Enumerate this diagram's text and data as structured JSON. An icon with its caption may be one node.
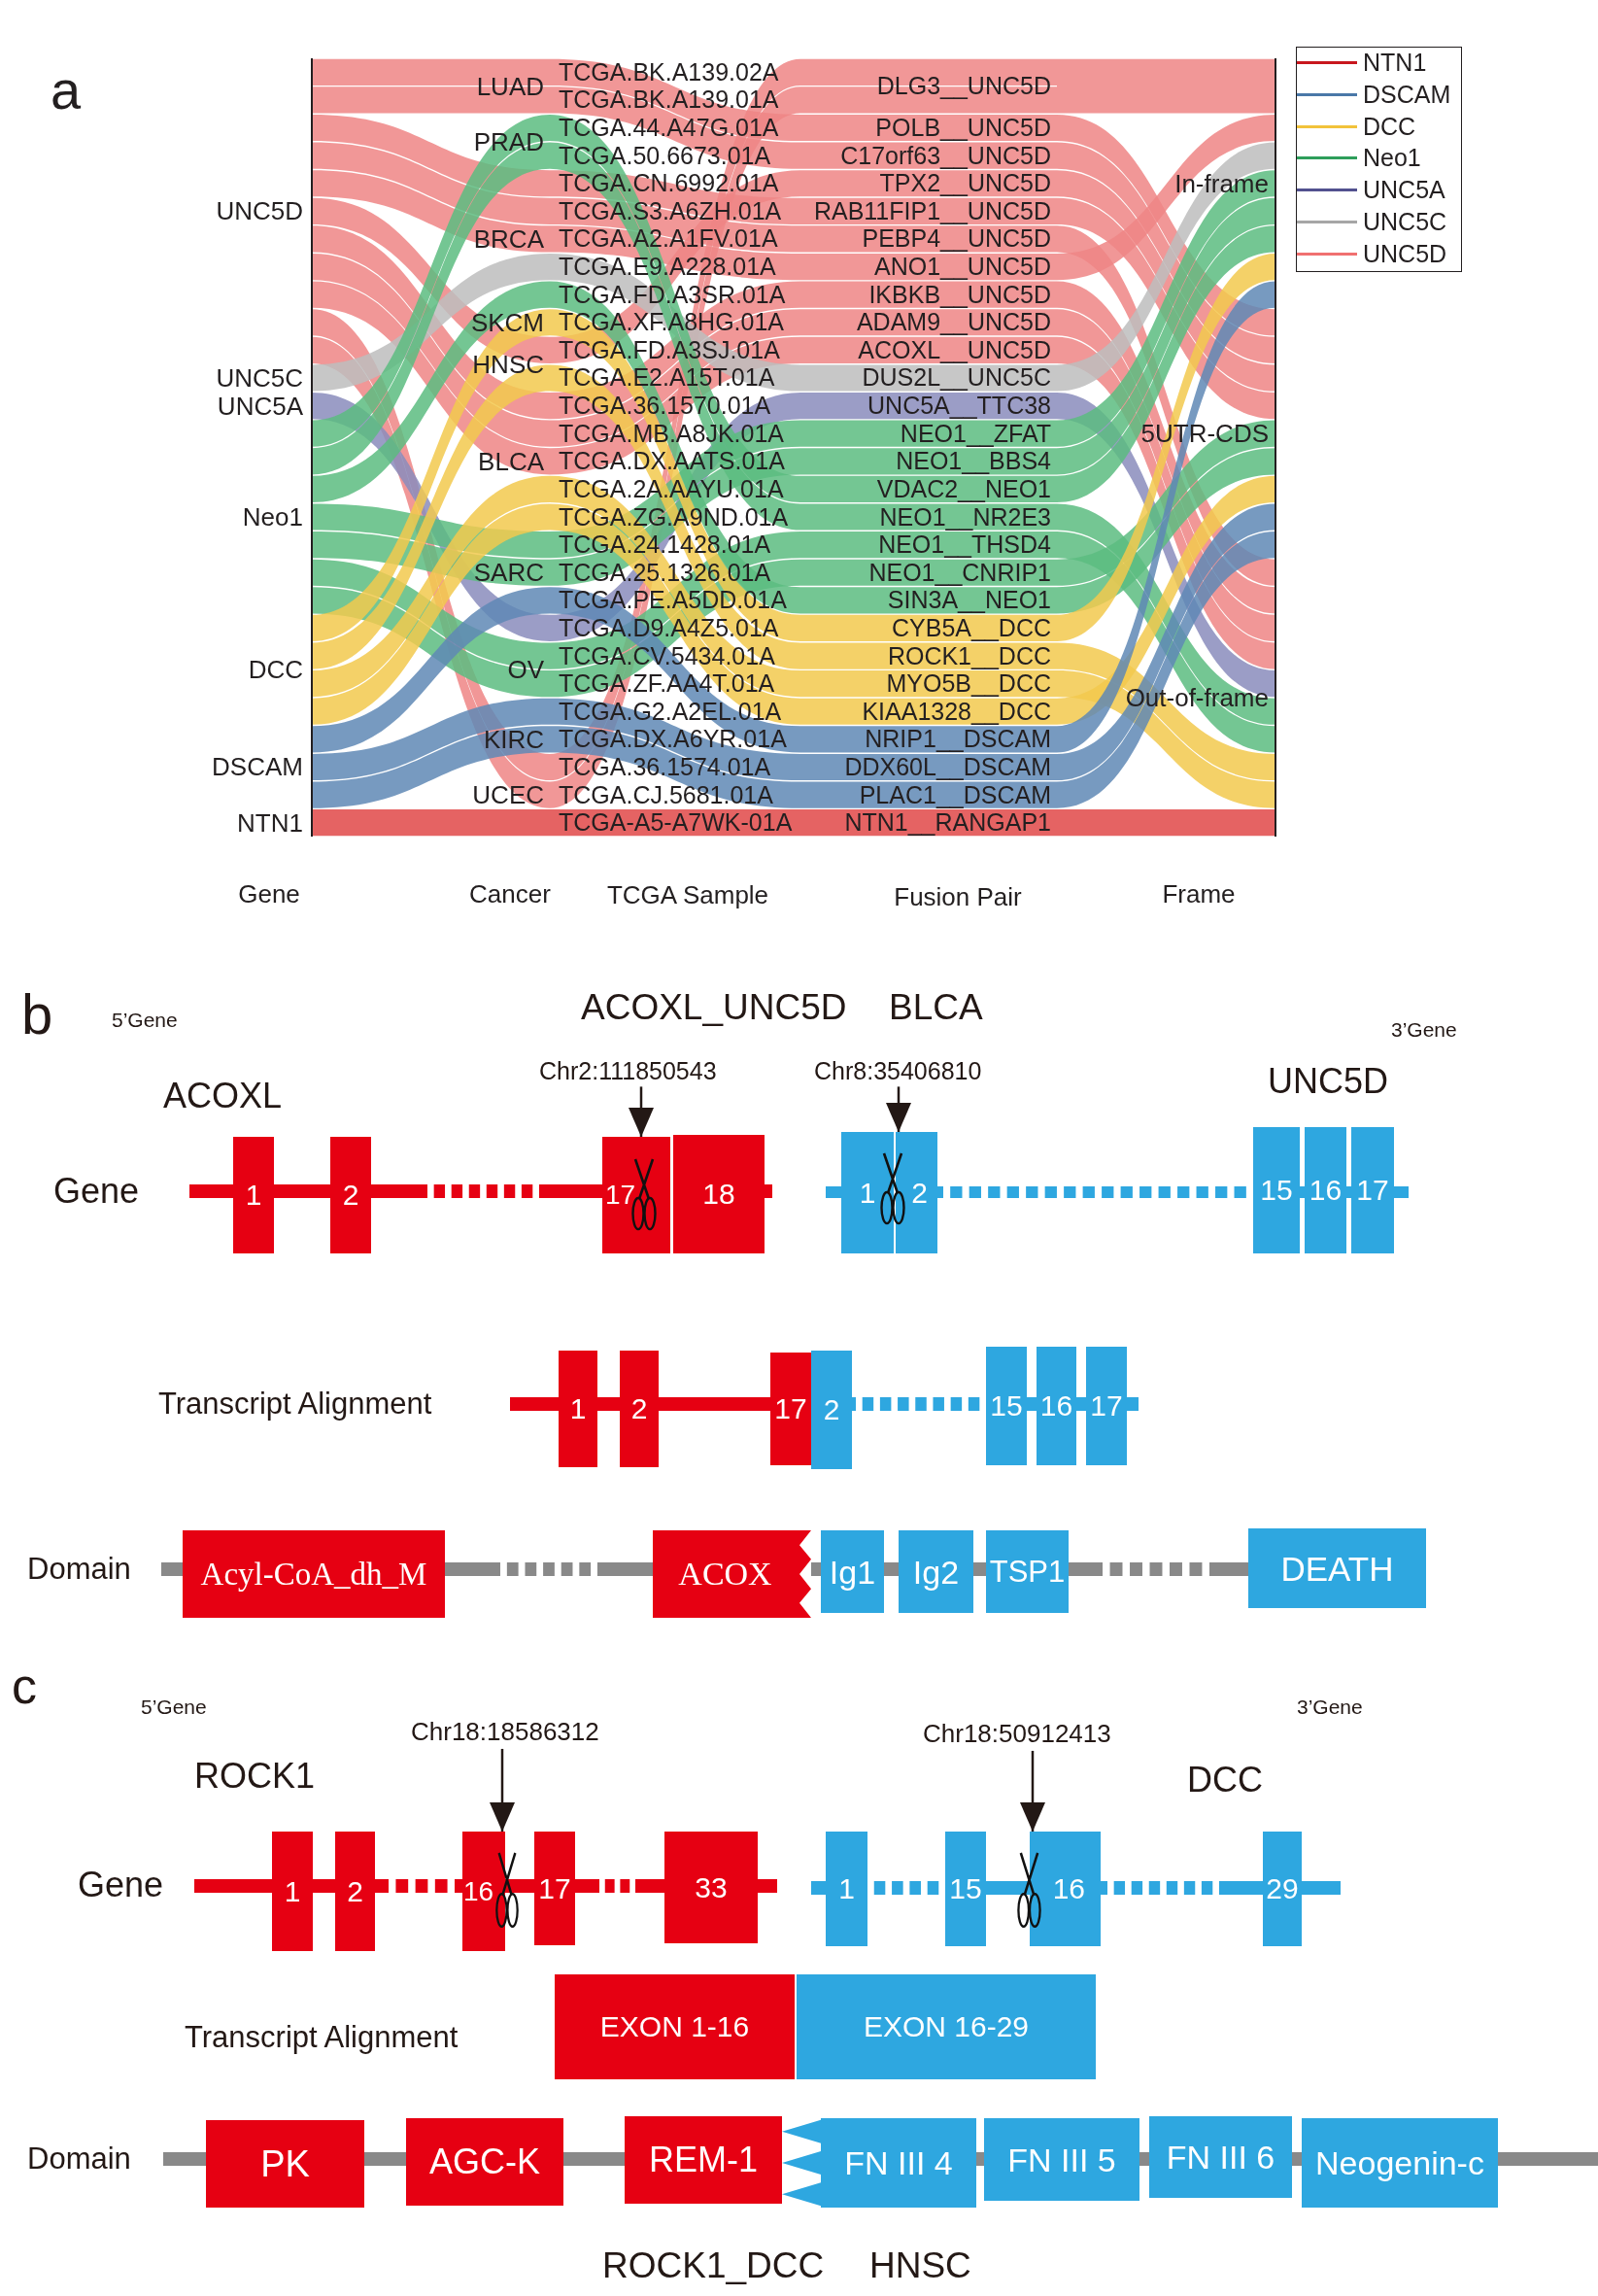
{
  "diagram": {
    "nodes": [
      {
        "text": [
          "UNC5D"
        ]
      },
      {
        "text": [
          "UNC5C"
        ]
      },
      {
        "text": [
          "UNC5A"
        ]
      },
      {
        "text": [
          "Neo1"
        ]
      },
      {
        "text": [
          "DCC"
        ]
      },
      {
        "text": [
          "DSCAM"
        ]
      },
      {
        "text": [
          "NTN1"
        ]
      },
      {
        "text": [
          "LUAD"
        ]
      },
      {
        "text": [
          "PRAD"
        ]
      },
      {
        "text": [
          "BRCA"
        ]
      },
      {
        "text": [
          "SKCM"
        ]
      },
      {
        "text": [
          "HNSC"
        ]
      },
      {
        "text": [
          "BLCA"
        ]
      },
      {
        "text": [
          "SARC"
        ]
      },
      {
        "text": [
          "OV"
        ]
      },
      {
        "text": [
          "KIRC"
        ]
      },
      {
        "text": [
          "UCEC"
        ]
      },
      {
        "text": [
          "TCGA.BK.A139.02A"
        ]
      },
      {
        "text": [
          "TCGA.BK.A139.01A"
        ]
      },
      {
        "text": [
          "TCGA.44.A47G.01A"
        ]
      },
      {
        "text": [
          "TCGA.50.6673.01A"
        ]
      },
      {
        "text": [
          "TCGA.CN.6992.01A"
        ]
      },
      {
        "text": [
          "TCGA.S3.A6ZH.01A"
        ]
      },
      {
        "text": [
          "TCGA.A2.A1FV.01A"
        ]
      },
      {
        "text": [
          "TCGA.E9.A228.01A"
        ]
      },
      {
        "text": [
          "TCGA.FD.A3SR.01A"
        ]
      },
      {
        "text": [
          "TCGA.XF.A8HG.01A"
        ]
      },
      {
        "text": [
          "TCGA.FD.A3SJ.01A"
        ]
      },
      {
        "text": [
          "TCGA.E2.A15T.01A"
        ]
      },
      {
        "text": [
          "TCGA.36.1570.01A"
        ]
      },
      {
        "text": [
          "TCGA.MB.A8JK.01A"
        ]
      },
      {
        "text": [
          "TCGA.DX.AATS.01A"
        ]
      },
      {
        "text": [
          "TCGA.2A.AAYU.01A"
        ]
      },
      {
        "text": [
          "TCGA.ZG.A9ND.01A"
        ]
      },
      {
        "text": [
          "TCGA.24.1428.01A"
        ]
      },
      {
        "text": [
          "TCGA.25.1326.01A"
        ]
      },
      {
        "text": [
          "TCGA.PE.A5DD.01A"
        ]
      },
      {
        "text": [
          "TCGA.D9.A4Z5.01A"
        ]
      },
      {
        "text": [
          "TCGA.CV.5434.01A"
        ]
      },
      {
        "text": [
          "TCGA.ZF.AA4T.01A"
        ]
      },
      {
        "text": [
          "TCGA.G2.A2EL.01A"
        ]
      },
      {
        "text": [
          "TCGA.DX.A6YR.01A"
        ]
      },
      {
        "text": [
          "TCGA.36.1574.01A"
        ]
      },
      {
        "text": [
          "TCGA.CJ.5681.01A"
        ]
      },
      {
        "text": [
          "TCGA-A5-A7WK-01A"
        ]
      },
      {
        "text": [
          "DLG3__UNC5D"
        ]
      },
      {
        "text": [
          "POLB__UNC5D"
        ]
      },
      {
        "text": [
          "C17orf63__UNC5D"
        ]
      },
      {
        "text": [
          "TPX2__UNC5D"
        ]
      },
      {
        "text": [
          "RAB11FIP1__UNC5D"
        ]
      },
      {
        "text": [
          "PEBP4__UNC5D"
        ]
      },
      {
        "text": [
          "ANO1__UNC5D"
        ]
      },
      {
        "text": [
          "IKBKB__UNC5D"
        ]
      },
      {
        "text": [
          "ADAM9__UNC5D"
        ]
      },
      {
        "text": [
          "ACOXL__UNC5D"
        ]
      },
      {
        "text": [
          "DUS2L__UNC5C"
        ]
      },
      {
        "text": [
          "UNC5A__TTC38"
        ]
      },
      {
        "text": [
          "NEO1__ZFAT"
        ]
      },
      {
        "text": [
          "NEO1__BBS4"
        ]
      },
      {
        "text": [
          "VDAC2__NEO1"
        ]
      },
      {
        "text": [
          "NEO1__NR2E3"
        ]
      },
      {
        "text": [
          "NEO1__THSD4"
        ]
      },
      {
        "text": [
          "NEO1__CNRIP1"
        ]
      },
      {
        "text": [
          "SIN3A__NEO1"
        ]
      },
      {
        "text": [
          "CYB5A__DCC"
        ]
      },
      {
        "text": [
          "ROCK1__DCC"
        ]
      },
      {
        "text": [
          "MYO5B__DCC"
        ]
      },
      {
        "text": [
          "KIAA1328__DCC"
        ]
      },
      {
        "text": [
          "NRIP1__DSCAM"
        ]
      },
      {
        "text": [
          "DDX60L__DSCAM"
        ]
      },
      {
        "text": [
          "PLAC1__DSCAM"
        ]
      },
      {
        "text": [
          "NTN1__RANGAP1"
        ]
      },
      {
        "text": [
          "In-frame"
        ]
      },
      {
        "text": [
          "5UTR-CDS"
        ]
      },
      {
        "text": [
          "Out-of-frame"
        ]
      },
      {
        "text": [
          "Chr2:111850543"
        ]
      },
      {
        "text": [
          "Chr8:35406810"
        ]
      },
      {
        "text": [
          "1"
        ]
      },
      {
        "text": [
          "2"
        ]
      },
      {
        "text": [
          "17"
        ]
      },
      {
        "text": [
          "18"
        ]
      },
      {
        "text": [
          "1"
        ]
      },
      {
        "text": [
          "2"
        ]
      },
      {
        "text": [
          "15"
        ]
      },
      {
        "text": [
          "16"
        ]
      },
      {
        "text": [
          "17"
        ]
      },
      {
        "text": [
          "1"
        ]
      },
      {
        "text": [
          "2"
        ]
      },
      {
        "text": [
          "17"
        ]
      },
      {
        "text": [
          "2"
        ]
      },
      {
        "text": [
          "15"
        ]
      },
      {
        "text": [
          "16"
        ]
      },
      {
        "text": [
          "17"
        ]
      },
      {
        "text": [
          "Acyl-CoA_dh_M"
        ]
      },
      {
        "text": [
          "ACOX"
        ]
      },
      {
        "text": [
          "Ig1"
        ]
      },
      {
        "text": [
          "Ig2"
        ]
      },
      {
        "text": [
          "TSP1"
        ]
      },
      {
        "text": [
          "DEATH"
        ]
      },
      {
        "text": [
          "Chr18:18586312"
        ]
      },
      {
        "text": [
          "Chr18:50912413"
        ]
      },
      {
        "text": [
          "1"
        ]
      },
      {
        "text": [
          "2"
        ]
      },
      {
        "text": [
          "16"
        ]
      },
      {
        "text": [
          "17"
        ]
      },
      {
        "text": [
          "33"
        ]
      },
      {
        "text": [
          "1"
        ]
      },
      {
        "text": [
          "15"
        ]
      },
      {
        "text": [
          "16"
        ]
      },
      {
        "text": [
          "29"
        ]
      },
      {
        "text": [
          "EXON 1-16"
        ]
      },
      {
        "text": [
          "EXON 16-29"
        ]
      },
      {
        "text": [
          "PK"
        ]
      },
      {
        "text": [
          "AGC-K"
        ]
      },
      {
        "text": [
          "REM-1"
        ]
      },
      {
        "text": [
          "FN III 4"
        ]
      },
      {
        "text": [
          "FN III 5"
        ]
      },
      {
        "text": [
          "FN III 6"
        ]
      },
      {
        "text": [
          "Neogenin-c"
        ]
      }
    ],
    "edges": [
      {
        "from": 0,
        "to": 16,
        "arrow": "none",
        "color": "#ee8585"
      },
      {
        "from": 0,
        "to": 16,
        "arrow": "none",
        "color": "#ee8585"
      },
      {
        "from": 0,
        "to": 7,
        "arrow": "none",
        "color": "#ee8585"
      },
      {
        "from": 0,
        "to": 7,
        "arrow": "none",
        "color": "#ee8585"
      },
      {
        "from": 0,
        "to": 11,
        "arrow": "none",
        "color": "#ee8585"
      },
      {
        "from": 0,
        "to": 9,
        "arrow": "none",
        "color": "#ee8585"
      },
      {
        "from": 0,
        "to": 9,
        "arrow": "none",
        "color": "#ee8585"
      },
      {
        "from": 0,
        "to": 9,
        "arrow": "none",
        "color": "#ee8585"
      },
      {
        "from": 0,
        "to": 12,
        "arrow": "none",
        "color": "#ee8585"
      },
      {
        "from": 0,
        "to": 12,
        "arrow": "none",
        "color": "#ee8585"
      },
      {
        "from": 0,
        "to": 12,
        "arrow": "none",
        "color": "#ee8585"
      },
      {
        "from": 1,
        "to": 9,
        "arrow": "none",
        "color": "#bdbdbd"
      },
      {
        "from": 2,
        "to": 14,
        "arrow": "none",
        "color": "#8a8cbc"
      },
      {
        "from": 3,
        "to": 13,
        "arrow": "none",
        "color": "#5cbc80"
      },
      {
        "from": 3,
        "to": 13,
        "arrow": "none",
        "color": "#5cbc80"
      },
      {
        "from": 3,
        "to": 8,
        "arrow": "none",
        "color": "#5cbc80"
      },
      {
        "from": 3,
        "to": 8,
        "arrow": "none",
        "color": "#5cbc80"
      },
      {
        "from": 3,
        "to": 14,
        "arrow": "none",
        "color": "#5cbc80"
      },
      {
        "from": 3,
        "to": 14,
        "arrow": "none",
        "color": "#5cbc80"
      },
      {
        "from": 3,
        "to": 9,
        "arrow": "none",
        "color": "#5cbc80"
      },
      {
        "from": 4,
        "to": 10,
        "arrow": "none",
        "color": "#f2c94e"
      },
      {
        "from": 4,
        "to": 11,
        "arrow": "none",
        "color": "#f2c94e"
      },
      {
        "from": 4,
        "to": 12,
        "arrow": "none",
        "color": "#f2c94e"
      },
      {
        "from": 4,
        "to": 12,
        "arrow": "none",
        "color": "#f2c94e"
      },
      {
        "from": 5,
        "to": 13,
        "arrow": "none",
        "color": "#5f88b5"
      },
      {
        "from": 5,
        "to": 14,
        "arrow": "none",
        "color": "#5f88b5"
      },
      {
        "from": 5,
        "to": 15,
        "arrow": "none",
        "color": "#5f88b5"
      },
      {
        "from": 6,
        "to": 16,
        "arrow": "none",
        "color": "#e04848"
      },
      {
        "from": 16,
        "to": 17,
        "arrow": "none",
        "color": "#ee8585"
      },
      {
        "from": 16,
        "to": 18,
        "arrow": "none",
        "color": "#ee8585"
      },
      {
        "from": 7,
        "to": 19,
        "arrow": "none",
        "color": "#ee8585"
      },
      {
        "from": 7,
        "to": 20,
        "arrow": "none",
        "color": "#ee8585"
      },
      {
        "from": 11,
        "to": 21,
        "arrow": "none",
        "color": "#ee8585"
      },
      {
        "from": 9,
        "to": 22,
        "arrow": "none",
        "color": "#ee8585"
      },
      {
        "from": 9,
        "to": 23,
        "arrow": "none",
        "color": "#ee8585"
      },
      {
        "from": 9,
        "to": 24,
        "arrow": "none",
        "color": "#ee8585"
      },
      {
        "from": 12,
        "to": 25,
        "arrow": "none",
        "color": "#ee8585"
      },
      {
        "from": 12,
        "to": 26,
        "arrow": "none",
        "color": "#ee8585"
      },
      {
        "from": 12,
        "to": 27,
        "arrow": "none",
        "color": "#ee8585"
      },
      {
        "from": 9,
        "to": 28,
        "arrow": "none",
        "color": "#bdbdbd"
      },
      {
        "from": 14,
        "to": 29,
        "arrow": "none",
        "color": "#8a8cbc"
      },
      {
        "from": 13,
        "to": 30,
        "arrow": "none",
        "color": "#5cbc80"
      },
      {
        "from": 13,
        "to": 31,
        "arrow": "none",
        "color": "#5cbc80"
      },
      {
        "from": 8,
        "to": 32,
        "arrow": "none",
        "color": "#5cbc80"
      },
      {
        "from": 8,
        "to": 33,
        "arrow": "none",
        "color": "#5cbc80"
      },
      {
        "from": 14,
        "to": 34,
        "arrow": "none",
        "color": "#5cbc80"
      },
      {
        "from": 14,
        "to": 35,
        "arrow": "none",
        "color": "#5cbc80"
      },
      {
        "from": 9,
        "to": 36,
        "arrow": "none",
        "color": "#5cbc80"
      },
      {
        "from": 10,
        "to": 37,
        "arrow": "none",
        "color": "#f2c94e"
      },
      {
        "from": 11,
        "to": 38,
        "arrow": "none",
        "color": "#f2c94e"
      },
      {
        "from": 12,
        "to": 39,
        "arrow": "none",
        "color": "#f2c94e"
      },
      {
        "from": 12,
        "to": 40,
        "arrow": "none",
        "color": "#f2c94e"
      },
      {
        "from": 13,
        "to": 41,
        "arrow": "none",
        "color": "#5f88b5"
      },
      {
        "from": 14,
        "to": 42,
        "arrow": "none",
        "color": "#5f88b5"
      },
      {
        "from": 15,
        "to": 43,
        "arrow": "none",
        "color": "#5f88b5"
      },
      {
        "from": 16,
        "to": 44,
        "arrow": "none",
        "color": "#e04848"
      },
      {
        "from": 17,
        "to": 45,
        "arrow": "none",
        "color": "#ee8585"
      },
      {
        "from": 18,
        "to": 45,
        "arrow": "none",
        "color": "#ee8585"
      },
      {
        "from": 19,
        "to": 46,
        "arrow": "none",
        "color": "#ee8585"
      },
      {
        "from": 20,
        "to": 47,
        "arrow": "none",
        "color": "#ee8585"
      },
      {
        "from": 21,
        "to": 48,
        "arrow": "none",
        "color": "#ee8585"
      },
      {
        "from": 22,
        "to": 49,
        "arrow": "none",
        "color": "#ee8585"
      },
      {
        "from": 23,
        "to": 50,
        "arrow": "none",
        "color": "#ee8585"
      },
      {
        "from": 24,
        "to": 51,
        "arrow": "none",
        "color": "#ee8585"
      },
      {
        "from": 25,
        "to": 52,
        "arrow": "none",
        "color": "#ee8585"
      },
      {
        "from": 26,
        "to": 53,
        "arrow": "none",
        "color": "#ee8585"
      },
      {
        "from": 27,
        "to": 54,
        "arrow": "none",
        "color": "#ee8585"
      },
      {
        "from": 28,
        "to": 55,
        "arrow": "none",
        "color": "#bdbdbd"
      },
      {
        "from": 29,
        "to": 56,
        "arrow": "none",
        "color": "#8a8cbc"
      },
      {
        "from": 30,
        "to": 57,
        "arrow": "none",
        "color": "#5cbc80"
      },
      {
        "from": 31,
        "to": 58,
        "arrow": "none",
        "color": "#5cbc80"
      },
      {
        "from": 32,
        "to": 59,
        "arrow": "none",
        "color": "#5cbc80"
      },
      {
        "from": 33,
        "to": 60,
        "arrow": "none",
        "color": "#5cbc80"
      },
      {
        "from": 34,
        "to": 61,
        "arrow": "none",
        "color": "#5cbc80"
      },
      {
        "from": 35,
        "to": 62,
        "arrow": "none",
        "color": "#5cbc80"
      },
      {
        "from": 36,
        "to": 63,
        "arrow": "none",
        "color": "#5cbc80"
      },
      {
        "from": 37,
        "to": 64,
        "arrow": "none",
        "color": "#f2c94e"
      },
      {
        "from": 38,
        "to": 65,
        "arrow": "none",
        "color": "#f2c94e"
      },
      {
        "from": 39,
        "to": 66,
        "arrow": "none",
        "color": "#f2c94e"
      },
      {
        "from": 40,
        "to": 67,
        "arrow": "none",
        "color": "#f2c94e"
      },
      {
        "from": 41,
        "to": 68,
        "arrow": "none",
        "color": "#5f88b5"
      },
      {
        "from": 42,
        "to": 69,
        "arrow": "none",
        "color": "#5f88b5"
      },
      {
        "from": 43,
        "to": 70,
        "arrow": "none",
        "color": "#5f88b5"
      },
      {
        "from": 44,
        "to": 71,
        "arrow": "none",
        "color": "#e04848"
      },
      {
        "from": 45,
        "to": 72,
        "arrow": "none",
        "color": "#ee8585"
      },
      {
        "from": 46,
        "to": 73,
        "arrow": "none",
        "color": "#ee8585"
      },
      {
        "from": 47,
        "to": 73,
        "arrow": "none",
        "color": "#ee8585"
      },
      {
        "from": 48,
        "to": 73,
        "arrow": "none",
        "color": "#ee8585"
      },
      {
        "from": 49,
        "to": 73,
        "arrow": "none",
        "color": "#ee8585"
      },
      {
        "from": 50,
        "to": 74,
        "arrow": "none",
        "color": "#ee8585"
      },
      {
        "from": 51,
        "to": 72,
        "arrow": "none",
        "color": "#ee8585"
      },
      {
        "from": 52,
        "to": 74,
        "arrow": "none",
        "color": "#ee8585"
      },
      {
        "from": 53,
        "to": 74,
        "arrow": "none",
        "color": "#ee8585"
      },
      {
        "from": 54,
        "to": 74,
        "arrow": "none",
        "color": "#ee8585"
      },
      {
        "from": 55,
        "to": 72,
        "arrow": "none",
        "color": "#bdbdbd"
      },
      {
        "from": 56,
        "to": 74,
        "arrow": "none",
        "color": "#8a8cbc"
      },
      {
        "from": 57,
        "to": 72,
        "arrow": "none",
        "color": "#5cbc80"
      },
      {
        "from": 58,
        "to": 72,
        "arrow": "none",
        "color": "#5cbc80"
      },
      {
        "from": 59,
        "to": 72,
        "arrow": "none",
        "color": "#5cbc80"
      },
      {
        "from": 60,
        "to": 74,
        "arrow": "none",
        "color": "#5cbc80"
      },
      {
        "from": 61,
        "to": 74,
        "arrow": "none",
        "color": "#5cbc80"
      },
      {
        "from": 62,
        "to": 73,
        "arrow": "none",
        "color": "#5cbc80"
      },
      {
        "from": 63,
        "to": 73,
        "arrow": "none",
        "color": "#5cbc80"
      },
      {
        "from": 64,
        "to": 72,
        "arrow": "none",
        "color": "#f2c94e"
      },
      {
        "from": 65,
        "to": 74,
        "arrow": "none",
        "color": "#f2c94e"
      },
      {
        "from": 66,
        "to": 74,
        "arrow": "none",
        "color": "#f2c94e"
      },
      {
        "from": 67,
        "to": 73,
        "arrow": "none",
        "color": "#f2c94e"
      },
      {
        "from": 68,
        "to": 72,
        "arrow": "none",
        "color": "#5f88b5"
      },
      {
        "from": 69,
        "to": 73,
        "arrow": "none",
        "color": "#5f88b5"
      },
      {
        "from": 70,
        "to": 73,
        "arrow": "none",
        "color": "#5f88b5"
      },
      {
        "from": 71,
        "to": 74,
        "arrow": "none",
        "color": "#e04848"
      },
      {
        "from": 75,
        "to": 79,
        "arrow": "to",
        "color": "#231815"
      },
      {
        "from": 76,
        "to": 82,
        "arrow": "to",
        "color": "#231815"
      },
      {
        "from": null,
        "to": 77,
        "arrow": "none",
        "color": "#e60012"
      },
      {
        "from": 77,
        "to": 78,
        "arrow": "none",
        "color": "#e60012"
      },
      {
        "from": 78,
        "to": 79,
        "arrow": "none",
        "style": "dashed",
        "color": "#e60012"
      },
      {
        "from": 80,
        "to": null,
        "arrow": "none",
        "color": "#e60012"
      },
      {
        "from": null,
        "to": 81,
        "arrow": "none",
        "color": "#2ea7e0"
      },
      {
        "from": 82,
        "to": 83,
        "arrow": "none",
        "style": "dashed",
        "color": "#2ea7e0"
      },
      {
        "from": 83,
        "to": 84,
        "arrow": "none",
        "color": "#2ea7e0"
      },
      {
        "from": 84,
        "to": 85,
        "arrow": "none",
        "color": "#2ea7e0"
      },
      {
        "from": 85,
        "to": null,
        "arrow": "none",
        "color": "#2ea7e0"
      },
      {
        "from": null,
        "to": 86,
        "arrow": "none",
        "color": "#e60012"
      },
      {
        "from": 86,
        "to": 87,
        "arrow": "none",
        "color": "#e60012"
      },
      {
        "from": 87,
        "to": 88,
        "arrow": "none",
        "color": "#e60012"
      },
      {
        "from": 89,
        "to": 90,
        "arrow": "none",
        "style": "dashed",
        "color": "#2ea7e0"
      },
      {
        "from": 90,
        "to": 91,
        "arrow": "none",
        "color": "#2ea7e0"
      },
      {
        "from": 91,
        "to": 92,
        "arrow": "none",
        "color": "#2ea7e0"
      },
      {
        "from": 92,
        "to": null,
        "arrow": "none",
        "color": "#2ea7e0"
      },
      {
        "from": null,
        "to": 93,
        "arrow": "none",
        "color": "#898989"
      },
      {
        "from": 93,
        "to": 94,
        "arrow": "none",
        "style": "dashed",
        "color": "#898989"
      },
      {
        "from": 94,
        "to": 95,
        "arrow": "none",
        "color": "#898989"
      },
      {
        "from": 95,
        "to": 96,
        "arrow": "none",
        "color": "#898989"
      },
      {
        "from": 96,
        "to": 97,
        "arrow": "none",
        "color": "#898989"
      },
      {
        "from": 97,
        "to": 98,
        "arrow": "none",
        "style": "dashed",
        "color": "#898989"
      },
      {
        "from": 99,
        "to": 103,
        "arrow": "to",
        "color": "#231815"
      },
      {
        "from": 100,
        "to": 108,
        "arrow": "to",
        "color": "#231815"
      },
      {
        "from": null,
        "to": 101,
        "arrow": "none",
        "color": "#e60012"
      },
      {
        "from": 101,
        "to": 102,
        "arrow": "none",
        "color": "#e60012"
      },
      {
        "from": 102,
        "to": 103,
        "arrow": "none",
        "style": "dashed",
        "color": "#e60012"
      },
      {
        "from": 103,
        "to": 104,
        "arrow": "none",
        "color": "#e60012"
      },
      {
        "from": 104,
        "to": 105,
        "arrow": "none",
        "style": "dashed",
        "color": "#e60012"
      },
      {
        "from": 105,
        "to": null,
        "arrow": "none",
        "color": "#e60012"
      },
      {
        "from": null,
        "to": 106,
        "arrow": "none",
        "color": "#2ea7e0"
      },
      {
        "from": 106,
        "to": 107,
        "arrow": "none",
        "style": "dashed",
        "color": "#2ea7e0"
      },
      {
        "from": 107,
        "to": 108,
        "arrow": "none",
        "color": "#2ea7e0"
      },
      {
        "from": 108,
        "to": 109,
        "arrow": "none",
        "style": "dashed",
        "color": "#2ea7e0"
      },
      {
        "from": 109,
        "to": null,
        "arrow": "none",
        "color": "#2ea7e0"
      },
      {
        "from": null,
        "to": 112,
        "arrow": "none",
        "color": "#898989"
      },
      {
        "from": 112,
        "to": 113,
        "arrow": "none",
        "color": "#898989"
      },
      {
        "from": 113,
        "to": 114,
        "arrow": "none",
        "color": "#898989"
      },
      {
        "from": 115,
        "to": 116,
        "arrow": "none",
        "color": "#898989"
      },
      {
        "from": 116,
        "to": 117,
        "arrow": "none",
        "color": "#898989"
      },
      {
        "from": 117,
        "to": 118,
        "arrow": "none",
        "color": "#898989"
      },
      {
        "from": 118,
        "to": null,
        "arrow": "none",
        "color": "#898989"
      }
    ],
    "labels": [
      "a",
      "Gene",
      "Cancer",
      "TCGA Sample",
      "Fusion Pair",
      "Frame",
      "b",
      "5’Gene",
      "ACOXL_UNC5D",
      "BLCA",
      "3’Gene",
      "ACOXL",
      "UNC5D",
      "Gene",
      "Transcript Alignment",
      "Domain",
      "c",
      "5’Gene",
      "3’Gene",
      "ROCK1",
      "DCC",
      "Gene",
      "Transcript Alignment",
      "Domain",
      "ROCK1_DCC",
      "HNSC"
    ],
    "legend": [
      {
        "text": "NTN1",
        "color": "#c8171e"
      },
      {
        "text": "DSCAM",
        "color": "#4a78a8"
      },
      {
        "text": "DCC",
        "color": "#f2c23a"
      },
      {
        "text": "Neo1",
        "color": "#2e9e5b"
      },
      {
        "text": "UNC5A",
        "color": "#52518f"
      },
      {
        "text": "UNC5C",
        "color": "#a6a6a6"
      },
      {
        "text": "UNC5D",
        "color": "#f07070"
      }
    ]
  }
}
